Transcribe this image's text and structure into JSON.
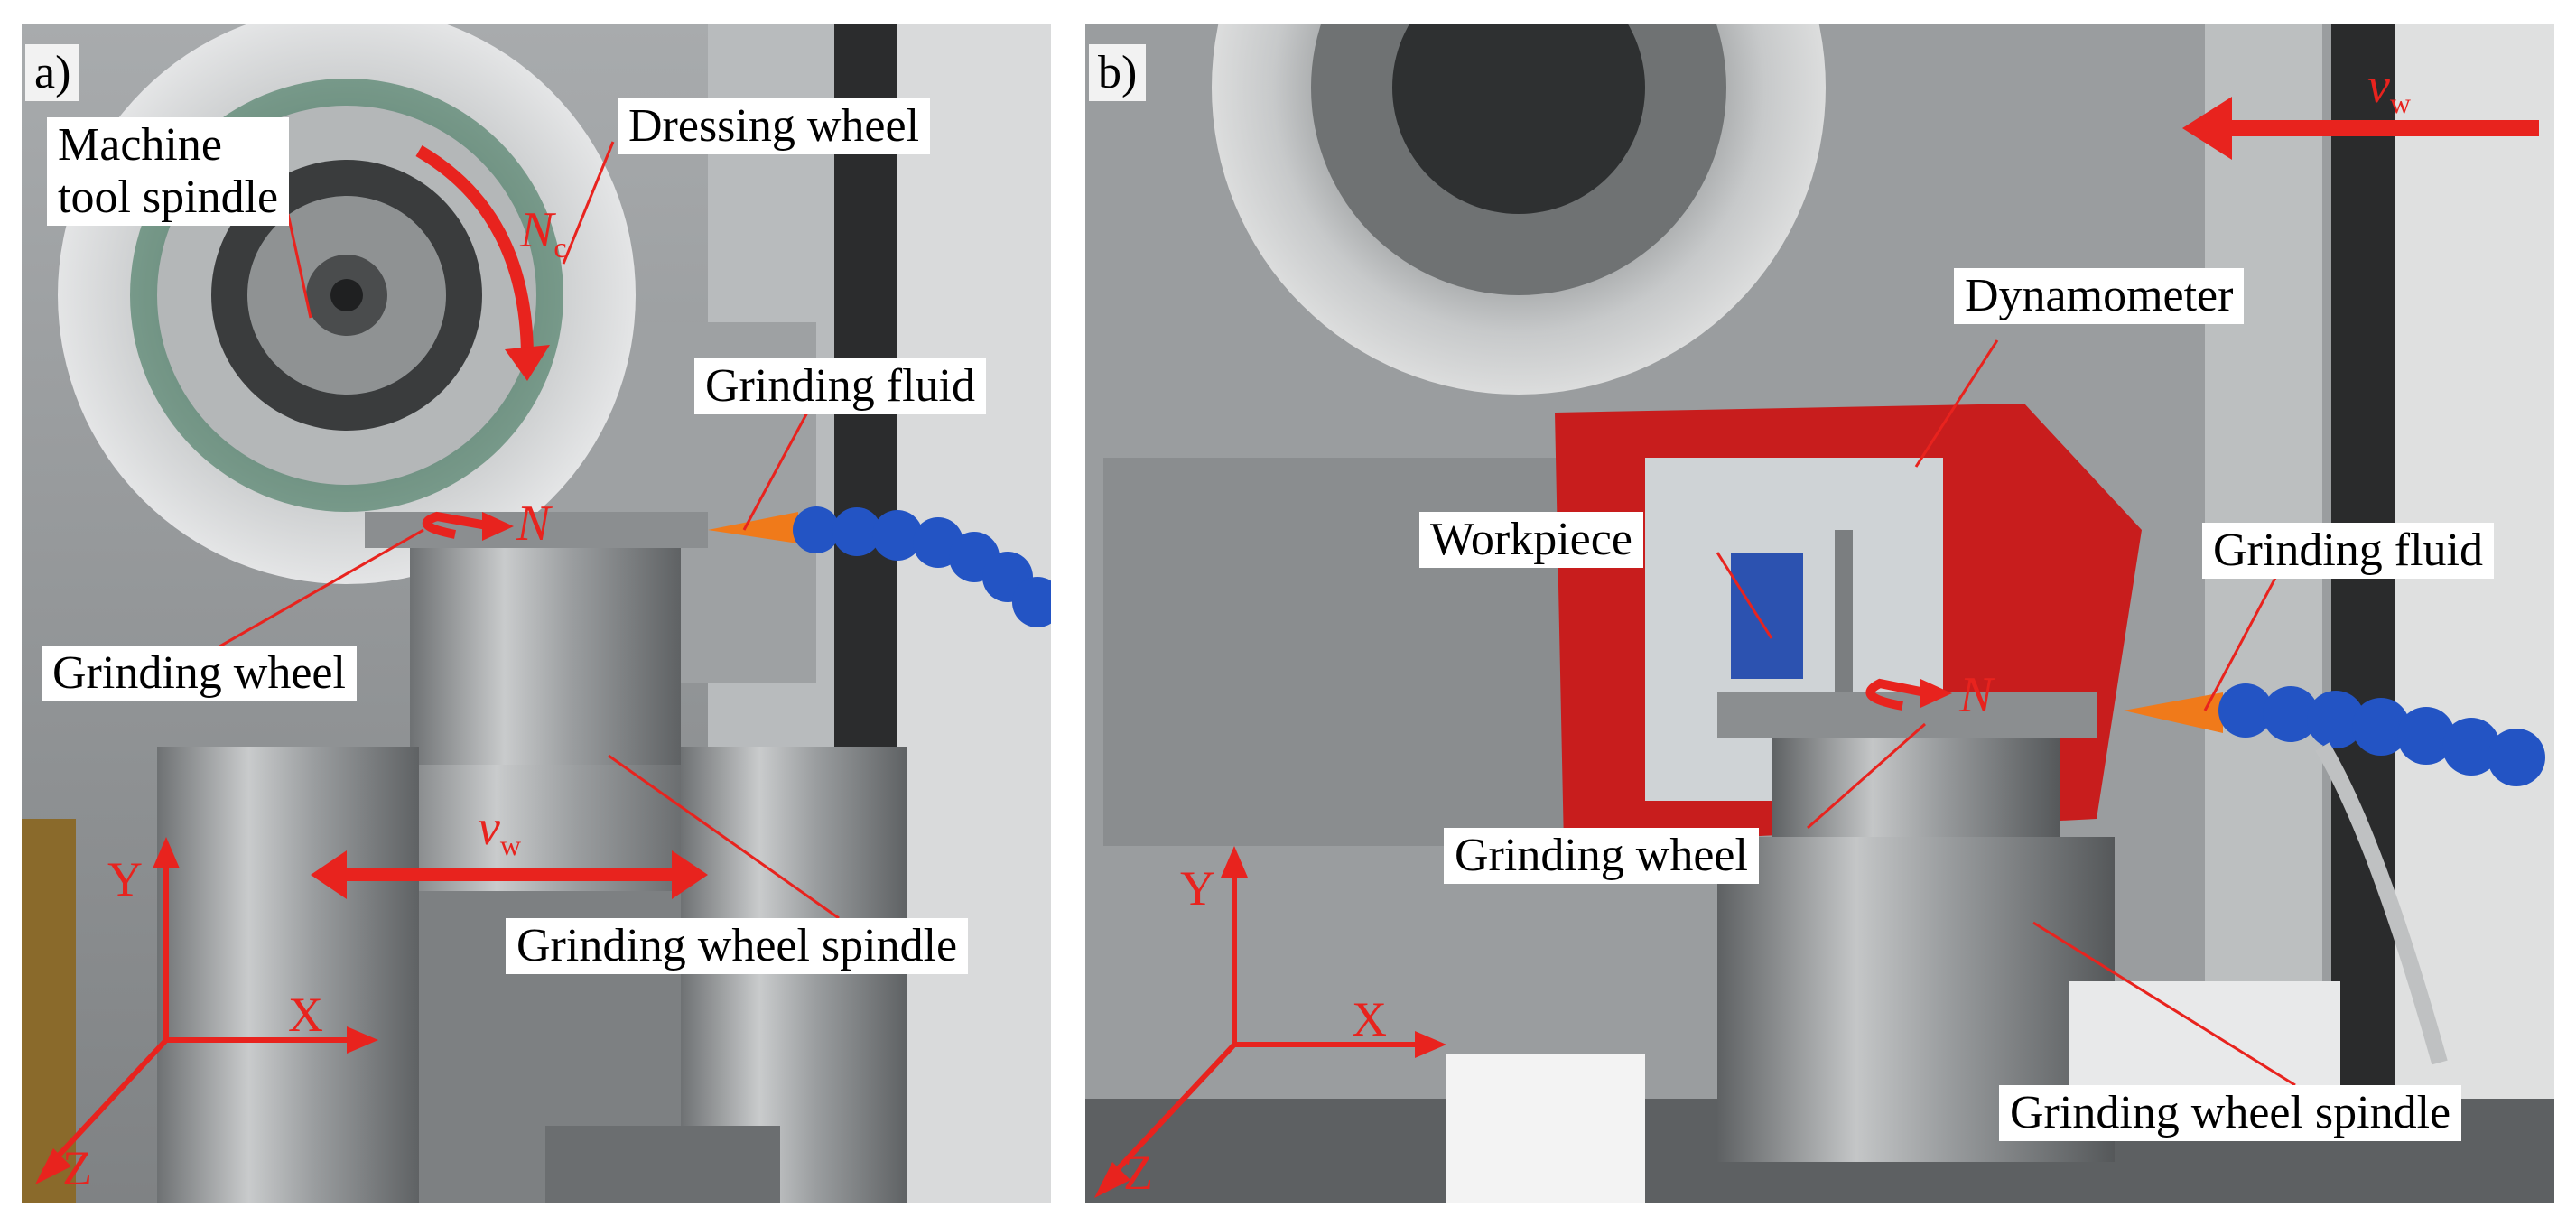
{
  "panel_a": {
    "letter": "a)",
    "labels": {
      "spindle_line1": "Machine",
      "spindle_line2": "tool spindle",
      "dressing_wheel": "Dressing wheel",
      "grinding_fluid": "Grinding fluid",
      "grinding_wheel": "Grinding wheel",
      "grinding_wheel_spindle": "Grinding wheel spindle"
    },
    "symbols": {
      "nc": "N",
      "nc_sub": "c",
      "n": "N",
      "vw": "v",
      "vw_sub": "w"
    },
    "axes": {
      "x": "X",
      "y": "Y",
      "z": "Z"
    }
  },
  "panel_b": {
    "letter": "b)",
    "labels": {
      "dynamometer": "Dynamometer",
      "workpiece": "Workpiece",
      "grinding_fluid": "Grinding fluid",
      "grinding_wheel": "Grinding wheel",
      "grinding_wheel_spindle": "Grinding wheel spindle"
    },
    "symbols": {
      "n": "N",
      "vw": "v",
      "vw_sub": "w"
    },
    "axes": {
      "x": "X",
      "y": "Y",
      "z": "Z"
    }
  },
  "colors": {
    "annotation_red": "#e8231e",
    "nozzle_orange": "#f07a1a",
    "hose_blue": "#2354c4",
    "tape_red": "#c81d1d"
  }
}
